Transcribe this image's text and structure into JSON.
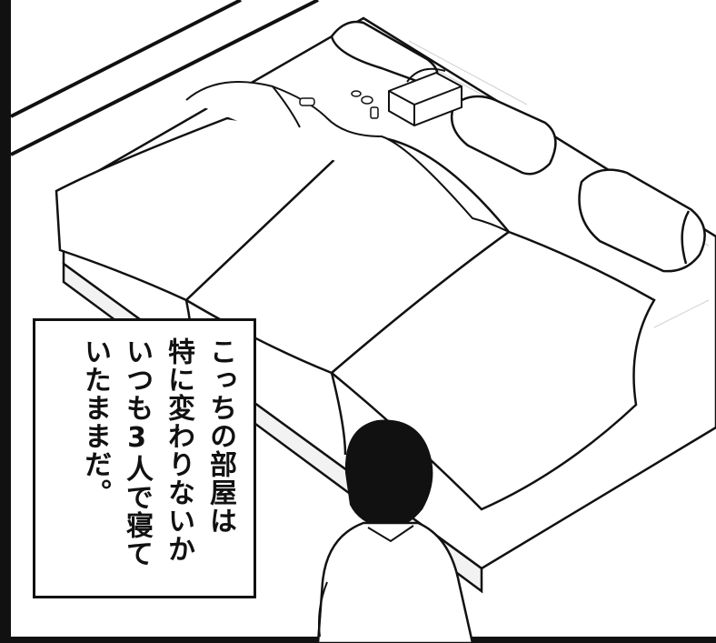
{
  "caption": {
    "lines": [
      "こっちの部屋は",
      "特に変わりないか",
      "いつも3人で寝て",
      "いたままだ。"
    ]
  },
  "colors": {
    "ink": "#111111",
    "paper": "#ffffff",
    "tone": "#d8d8d8"
  },
  "icons": [
    "tissue-box-icon",
    "pillow-icon",
    "bed-icon",
    "person-icon"
  ]
}
